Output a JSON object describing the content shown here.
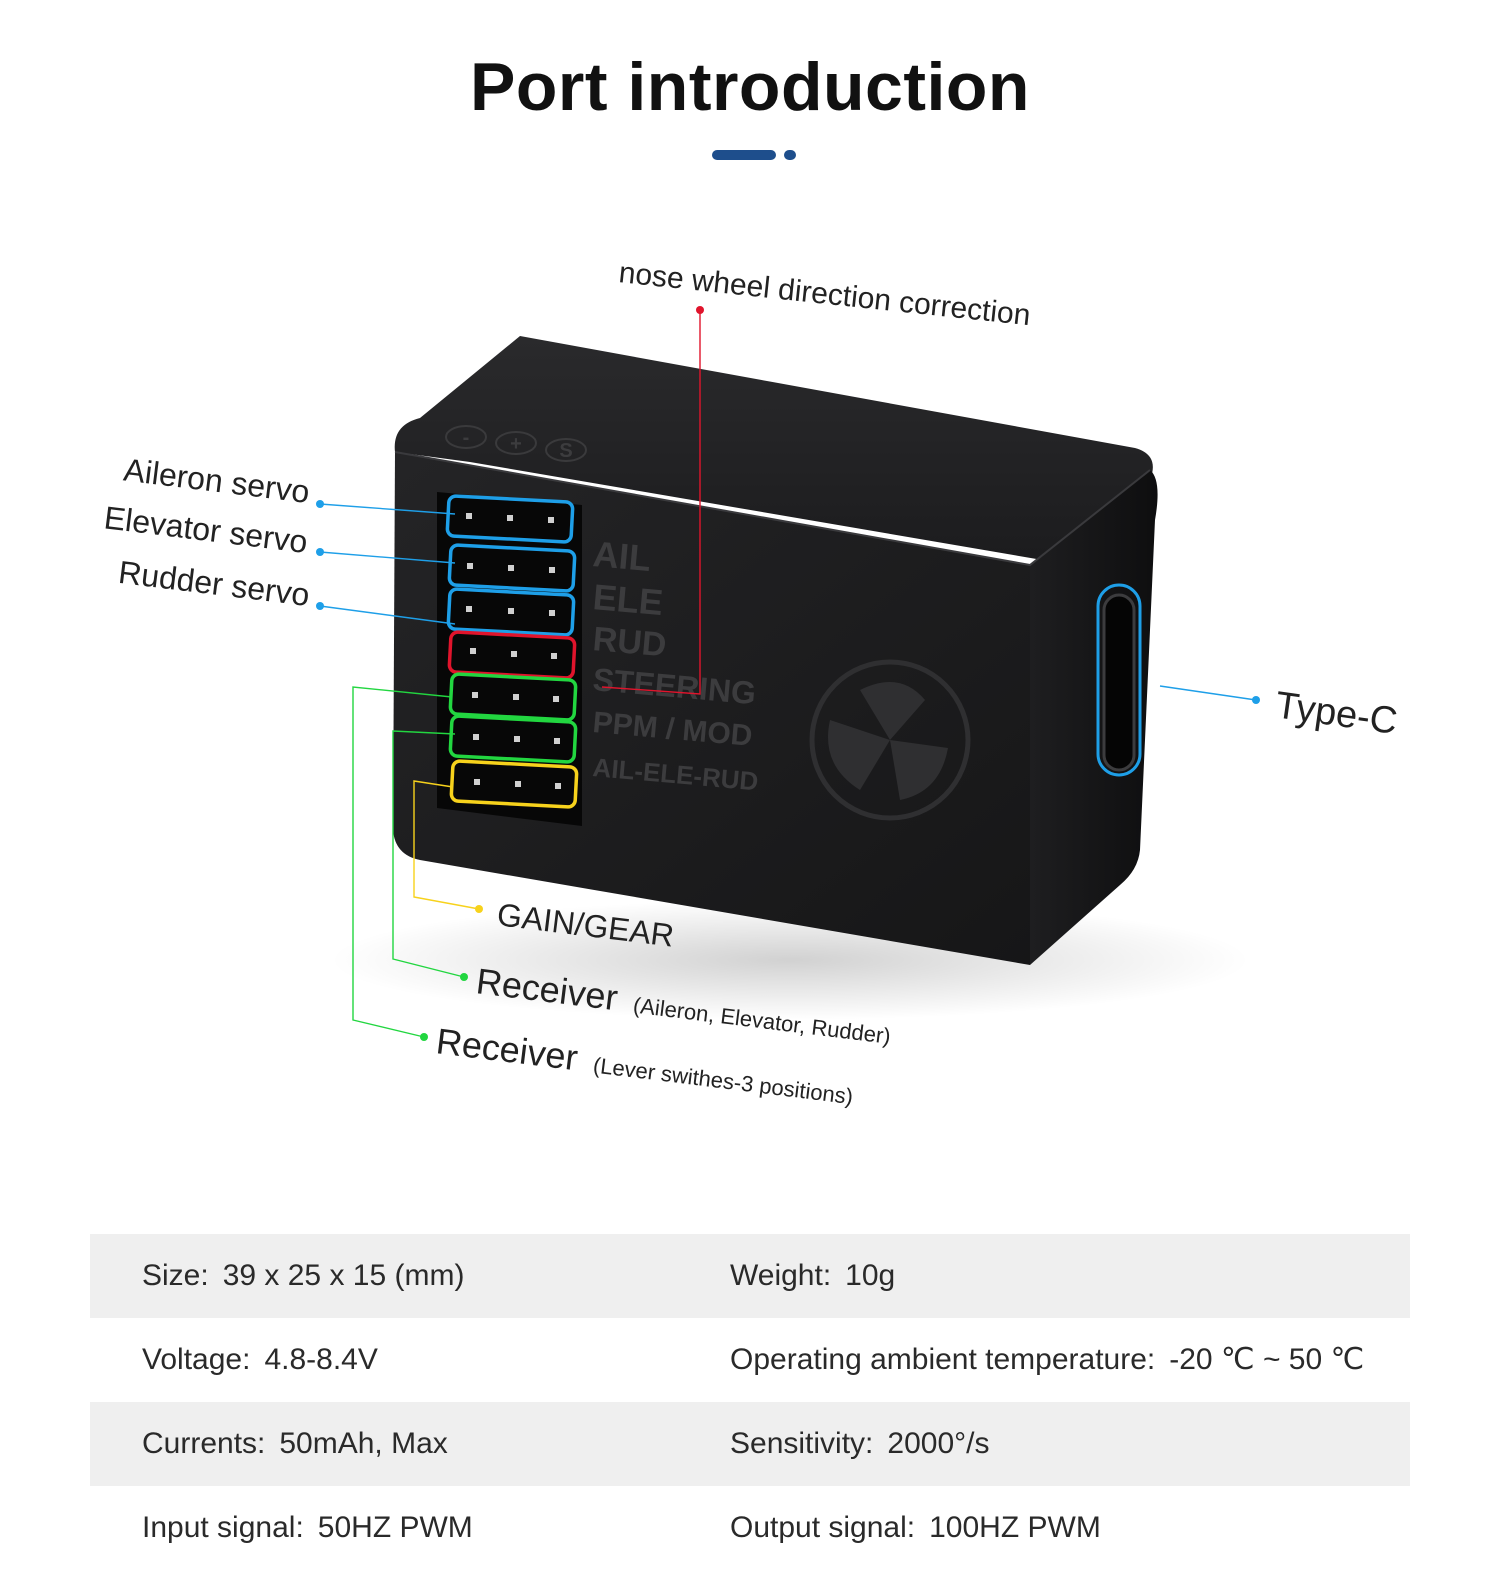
{
  "title": "Port introduction",
  "device": {
    "pin_headers": [
      "- ",
      "+",
      "S"
    ],
    "port_labels": [
      "AIL",
      "ELE",
      "RUD",
      "STEERING",
      "PPM / MOD",
      "AIL-ELE-RUD"
    ]
  },
  "callouts": {
    "aileron": "Aileron servo",
    "elevator": "Elevator servo",
    "rudder": "Rudder servo",
    "nose_wheel": "nose wheel direction correction",
    "type_c": "Type-C",
    "gain": "GAIN/GEAR",
    "receiver_main": "Receiver",
    "receiver_main_note": "(Aileron, Elevator, Rudder)",
    "receiver_switch": "Receiver",
    "receiver_switch_note": "(Lever swithes-3 positions)"
  },
  "colors": {
    "accent": "#1e4e8c",
    "servo_blue": "#1e9fe8",
    "steering_red": "#e0142c",
    "receiver_green": "#22d640",
    "gain_yellow": "#f7d21c"
  },
  "specs": [
    [
      {
        "label": "Size:",
        "value": "39 x 25 x 15 (mm)"
      },
      {
        "label": "Weight:",
        "value": "10g"
      }
    ],
    [
      {
        "label": "Voltage:",
        "value": "4.8-8.4V"
      },
      {
        "label": "Operating ambient temperature:",
        "value": "-20 ℃ ~ 50 ℃"
      }
    ],
    [
      {
        "label": "Currents:",
        "value": "50mAh, Max"
      },
      {
        "label": "Sensitivity:",
        "value": "2000°/s"
      }
    ],
    [
      {
        "label": "Input signal:",
        "value": "50HZ PWM"
      },
      {
        "label": "Output signal:",
        "value": "100HZ PWM"
      }
    ]
  ]
}
